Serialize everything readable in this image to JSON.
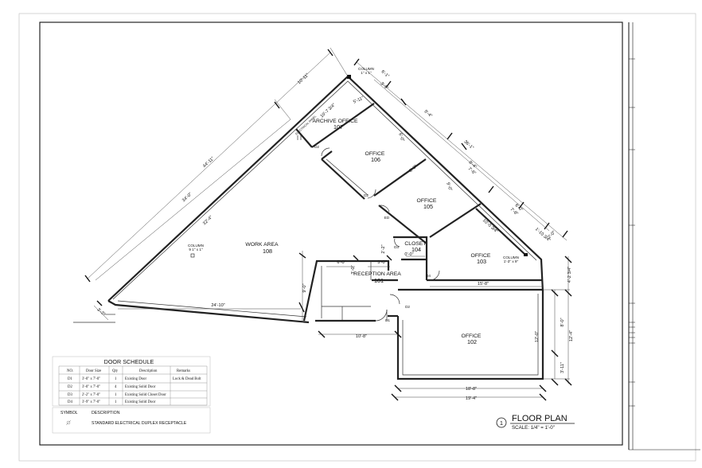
{
  "plan": {
    "title": "FLOOR PLAN",
    "scale": "SCALE: 1/4\" = 1'-0\"",
    "sheet_number": "1"
  },
  "rooms": {
    "archive": {
      "name": "ARCHIVE OFFICE",
      "number": "107"
    },
    "office106": {
      "name": "OFFICE",
      "number": "106"
    },
    "office105": {
      "name": "OFFICE",
      "number": "105"
    },
    "closet": {
      "name": "CLOSET",
      "number": "104"
    },
    "office103": {
      "name": "OFFICE",
      "number": "103"
    },
    "work": {
      "name": "WORK AREA",
      "number": "108"
    },
    "reception": {
      "name": "RECEPTION AREA",
      "number": "101"
    },
    "office102": {
      "name": "OFFICE",
      "number": "102"
    }
  },
  "columns": {
    "top": {
      "label": "COLUMN",
      "size": "1'' x 1''"
    },
    "left": {
      "label": "COLUMN",
      "size": "9 1'' x 1''"
    },
    "right": {
      "label": "COLUMN",
      "size": "1'-3'' x 9''"
    }
  },
  "dims": {
    "d1": "10'-11\"",
    "d2": "44'-11\"",
    "d3": "34'-0\"",
    "d4": "32'-4\"",
    "d5": "5'-11\"",
    "d6": "10'-7 3/4\"",
    "d7": "6'-1\"",
    "d8": "3'-5\"",
    "d9": "9'-4\"",
    "d10": "36'-1\"",
    "d11": "6'-0\"",
    "d12": "9'-4\"",
    "d13": "7'-6\"",
    "d14": "8'-0\"",
    "d15": "9'-0\"",
    "d16": "10'-0 3/4\"",
    "d17": "6'-0\"",
    "d18": "7'-8\"",
    "d19": "1'-10 3/4\"",
    "d20": "2'-0\"",
    "d21": "4'-2 3/4\"",
    "d22": "2'-2\"",
    "d23": "0'-0\"",
    "d24": "6'-0\"",
    "d25": "5'-0\"",
    "d26": "3'-0\"",
    "d27": "15'-8\"",
    "d28": "9'-0\"",
    "d29": "24'-10\"",
    "d30": "3'-3\"",
    "d31": "10'-8\"",
    "d32": "12'-0\"",
    "d33": "8'-0\"",
    "d34": "12'-4\"",
    "d35": "3'-11\"",
    "d36": "18'-8\"",
    "d37": "19'-4\""
  },
  "tags": {
    "d2a": "D2",
    "d2b": "D2",
    "d3": "D3",
    "d4": "D4",
    "d2c": "D2",
    "d1": "D1",
    "electric": "ELECTRICAL PANEL",
    "ed": "ED"
  },
  "door_schedule": {
    "title": "DOOR SCHEDULE",
    "headers": [
      "NO.",
      "Door Size",
      "Qty",
      "Description",
      "Remarks"
    ],
    "rows": [
      [
        "D1",
        "3'-0\" x 7'-0\"",
        "1",
        "Existing Door",
        "Lock & Dead Bolt"
      ],
      [
        "D2",
        "3'-0\" x 7'-0\"",
        "4",
        "Existing Solid Door",
        ""
      ],
      [
        "D3",
        "2'-2\" x 7'-0\"",
        "1",
        "Existing Solid Closet Door",
        ""
      ],
      [
        "D4",
        "3'-9\" x 7'-0\"",
        "1",
        "Existing Solid Door",
        ""
      ]
    ]
  },
  "legend": {
    "symbol_header": "SYMBOL",
    "desc_header": "DESCRIPTION",
    "item": "STANDARD ELECTRICAL DUPLEX RECEPTACLE"
  }
}
